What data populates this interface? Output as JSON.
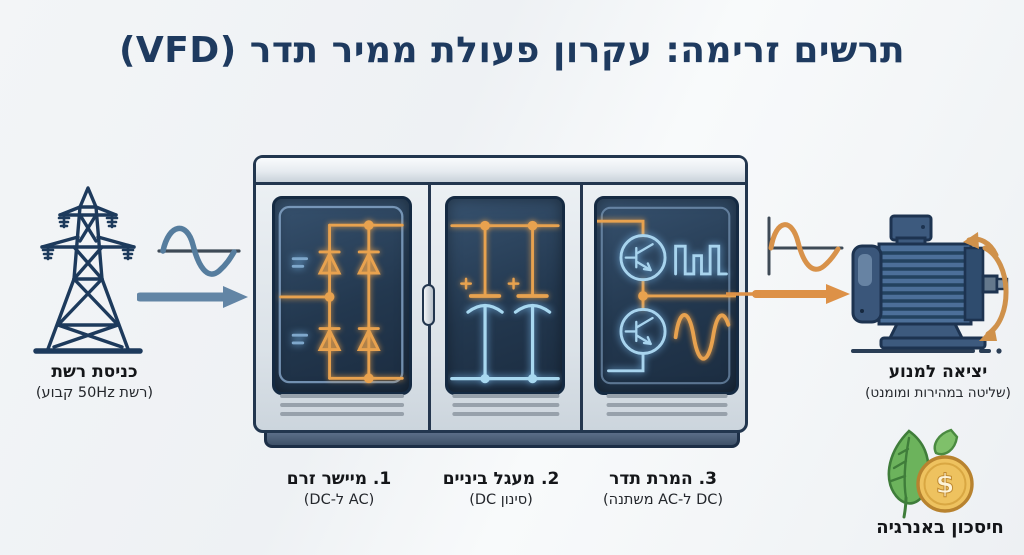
{
  "title": "תרשים זרימה: עקרון פעולת ממיר תדר (VFD)",
  "colors": {
    "navy": "#1e3a5f",
    "steel_blue": "#6285a5",
    "flow_orange": "#dd9147",
    "circuit_orange": "#e8a24f",
    "circuit_blue": "#a8d8f0",
    "leaf_green": "#6cb35c",
    "coin_gold": "#eec25f"
  },
  "input": {
    "label": "כניסת רשת",
    "sub": "(רשת 50Hz קבוע)"
  },
  "stages": [
    {
      "label": "1. מיישר זרם",
      "sub": "(AC ל-DC)"
    },
    {
      "label": "2. מעגל ביניים",
      "sub": "(סינון DC)"
    },
    {
      "label": "3. המרת תדר",
      "sub": "(DC ל-AC משתנה)"
    }
  ],
  "output": {
    "label": "יציאה למנוע",
    "sub": "(שליטה במהירות ומומנט)"
  },
  "benefit": {
    "label": "חיסכון באנרגיה",
    "coin_symbol": "$"
  }
}
